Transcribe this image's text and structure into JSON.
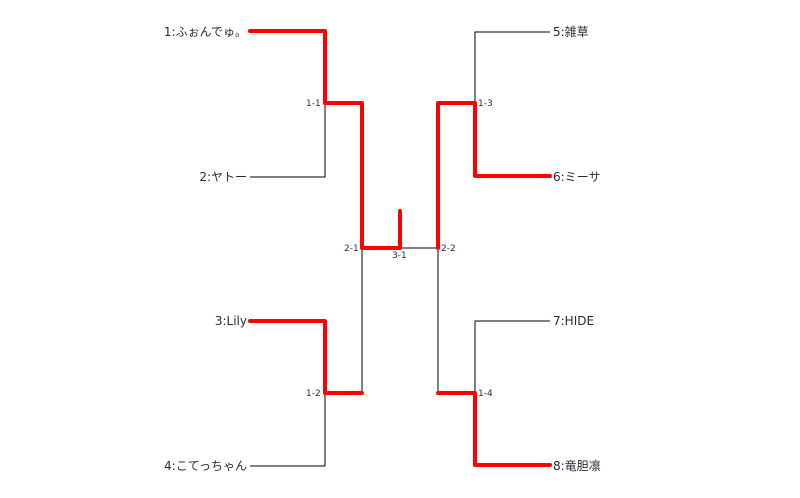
{
  "players": [
    {
      "seed": 1,
      "label": "1:ふぉんでゅ。"
    },
    {
      "seed": 2,
      "label": "2:ヤトー"
    },
    {
      "seed": 3,
      "label": "3:Lily"
    },
    {
      "seed": 4,
      "label": "4:こてっちゃん"
    },
    {
      "seed": 5,
      "label": "5:雑草"
    },
    {
      "seed": 6,
      "label": "6:ミーサ"
    },
    {
      "seed": 7,
      "label": "7:HIDE"
    },
    {
      "seed": 8,
      "label": "8:竜胆凛"
    }
  ],
  "matches": [
    {
      "id": "1-1",
      "label": "1-1",
      "winner": "1:ふぉんでゅ。"
    },
    {
      "id": "1-2",
      "label": "1-2",
      "winner": "3:Lily"
    },
    {
      "id": "1-3",
      "label": "1-3",
      "winner": "6:ミーサ"
    },
    {
      "id": "1-4",
      "label": "1-4",
      "winner": "8:竜胆凛"
    },
    {
      "id": "2-1",
      "label": "2-1",
      "winner": "1:ふぉんでゅ。"
    },
    {
      "id": "2-2",
      "label": "2-2",
      "winner": "6:ミーサ"
    },
    {
      "id": "3-1",
      "label": "3-1",
      "winner": "1:ふぉんでゅ。"
    }
  ],
  "colors": {
    "winner_path": "#ff0000",
    "bracket_line": "#000000",
    "text": "#1c2b3a"
  }
}
